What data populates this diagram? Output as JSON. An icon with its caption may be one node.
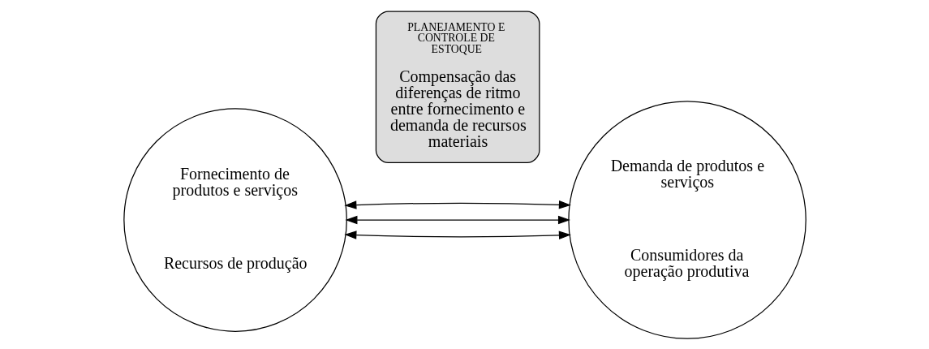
{
  "diagram": {
    "nodes": [
      {
        "text": [
          "Fornecimento de produtos e serviços",
          "Recursos de produção"
        ]
      },
      {
        "text": [
          "PLANEJAMENTO E CONTROLE DE ESTOQUE",
          "Compensação das diferenças de ritmo entre fornecimento e demanda de recursos materiais"
        ]
      },
      {
        "text": [
          "Demanda de produtos e serviços",
          "Consumidores da operação produtiva"
        ]
      }
    ],
    "edges": [
      {
        "from": 0,
        "to": 2,
        "arrow": "both"
      },
      {
        "from": 0,
        "to": 2,
        "arrow": "both"
      },
      {
        "from": 0,
        "to": 2,
        "arrow": "both"
      }
    ]
  }
}
